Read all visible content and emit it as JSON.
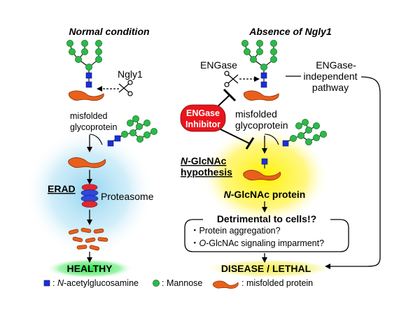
{
  "left_heading": "Normal condition",
  "right_heading": "Absence of Ngly1",
  "ngly1_label": "Ngly1",
  "engase_label": "ENGase",
  "engase_independent_label_1": "ENGase-",
  "engase_independent_label_2": "independent",
  "engase_independent_label_3": "pathway",
  "misfolded_left_1": "misfolded",
  "misfolded_left_2": "glycoprotein",
  "misfolded_right_1": "misfolded",
  "misfolded_right_2": "glycoprotein",
  "inhibitor_label_1": "ENGase",
  "inhibitor_label_2": "Inhibitor",
  "erad_label": "ERAD",
  "proteasome_label": "Proteasome",
  "nglcnac_hypothesis_1": "-GlcNAc",
  "nglcnac_hypothesis_prefix": "N",
  "nglcnac_hypothesis_2": "hypothesis",
  "nglcnac_protein_prefix": "N",
  "nglcnac_protein": "-GlcNAc protein",
  "detrimental_label": "Detrimental to cells!?",
  "bullet_1": "・Protein aggregation?",
  "bullet_2_prefix": "・",
  "bullet_2_italic": "O",
  "bullet_2_rest": "-GlcNAc signaling imparment?",
  "healthy_label": "HEALTHY",
  "disease_label": "DISEASE / LETHAL",
  "legend_glcnac_italic": "N",
  "legend_glcnac": ": -acetylglucosamine",
  "legend_mannose": ": Mannose",
  "legend_protein": ": misfolded protein",
  "colors": {
    "glcnac": "#1a2fd6",
    "mannose": "#2fb84a",
    "protein": "#e8601c",
    "inhibitor": "#e8151c",
    "proteasome_red": "#e3262d",
    "proteasome_blue": "#2f47d8",
    "erad_glow": "#9fd8f0",
    "hypothesis_glow": "#fff200",
    "healthy_glow": "#27e34a",
    "disease_glow": "#f7f066"
  }
}
